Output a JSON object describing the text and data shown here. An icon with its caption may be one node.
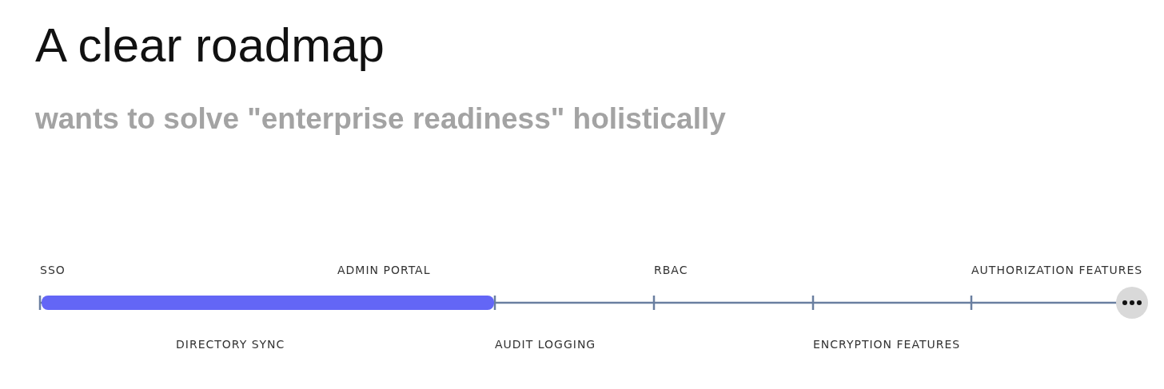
{
  "diagram": {
    "title": "A clear roadmap",
    "caption": "wants to solve \"enterprise readiness\" holistically",
    "labels": [
      "SSO",
      "ADMIN PORTAL",
      "RBAC",
      "AUTHORIZATION FEATURES",
      "DIRECTORY SYNC",
      "AUDIT LOGGING",
      "ENCRYPTION FEATURES"
    ]
  }
}
